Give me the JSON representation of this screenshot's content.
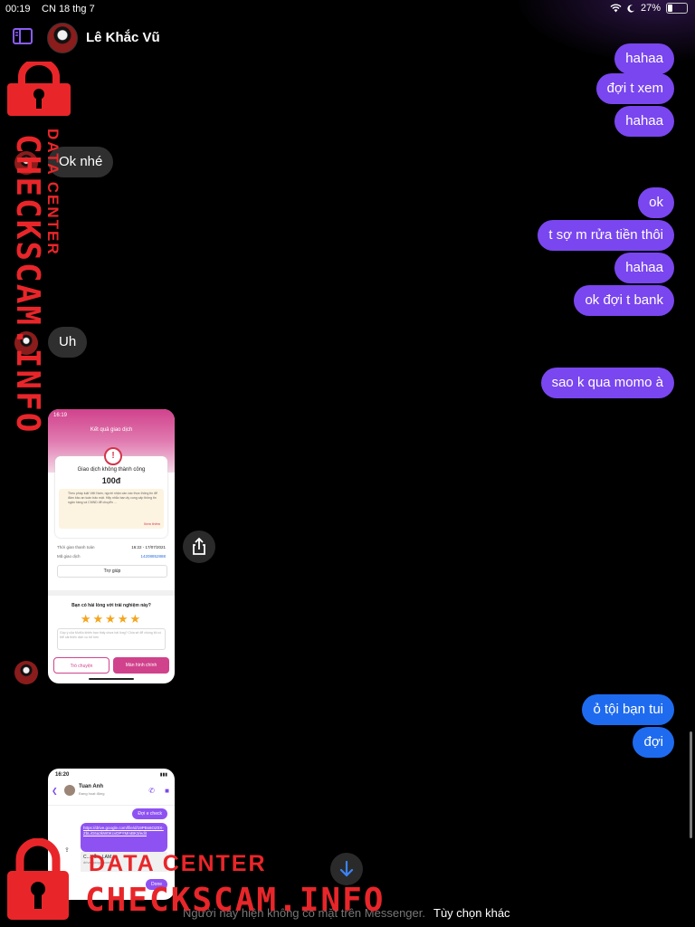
{
  "status": {
    "time": "00:19",
    "date": "CN 18 thg 7",
    "battery": "27%",
    "battery_level": 0.27
  },
  "header": {
    "contact_name": "Lê Khắc Vũ"
  },
  "messages": {
    "m0": "hahaa",
    "m1": "đợi t xem",
    "m2": "hahaa",
    "m3": "Ok nhé",
    "m4": "ok",
    "m5": "t sợ m rửa tiền thôi",
    "m6": "hahaa",
    "m7": "ok đợi t bank",
    "m8": "Uh",
    "m9": "sao k qua momo à",
    "m10": "ỏ tội bạn tui",
    "m11": "đợi"
  },
  "shot1": {
    "time": "16:19",
    "heading": "Kết quả giao dịch",
    "fail_title": "Giao dịch không thành công",
    "amount": "100đ",
    "note": "Theo pháp luật Việt Nam, người nhận cần xác thực thông tin để đảm bảo an toàn bảo mật. Hãy nhắc bạn ấy cung cấp thông tin ngân hàng và CMND để chuyển ...",
    "see_more": "Xem thêm",
    "time_label": "Thời gian thanh toán",
    "time_value": "16:22 - 17/07/2021",
    "code_label": "Mã giao dịch",
    "code_value": "14208852888",
    "help": "Trợ giúp",
    "rating_q": "Bạn có hài lòng với trải nghiệm này?",
    "stars": "★★★★★",
    "feedback_placeholder": "Góp ý của MoMo khiến bạn thấy chưa hài lòng? Chia sẻ để chúng tôi có thể cải thiện dịch vụ tốt hơn",
    "btn_chat": "Trò chuyện",
    "btn_home": "Màn hình chính"
  },
  "shot2": {
    "time": "16:20",
    "name": "Tuan Anh",
    "status": "Đang hoạt động",
    "msg1": "Đợi e check",
    "link": "https://drive.google.com/file/d/19PBs6OZ0X-ZbLiG6a3kW0KcvDPYMmBK3/edit",
    "preview": "C...HỒ... LAM...",
    "domain": "drive.google.com",
    "done": "Done"
  },
  "footer": {
    "muted": "Người này hiện không có mặt trên Messenger.",
    "options": "Tùy chọn khác"
  },
  "watermark": {
    "line1": "DATA CENTER",
    "line2": "CHECKSCAM.INFO"
  }
}
